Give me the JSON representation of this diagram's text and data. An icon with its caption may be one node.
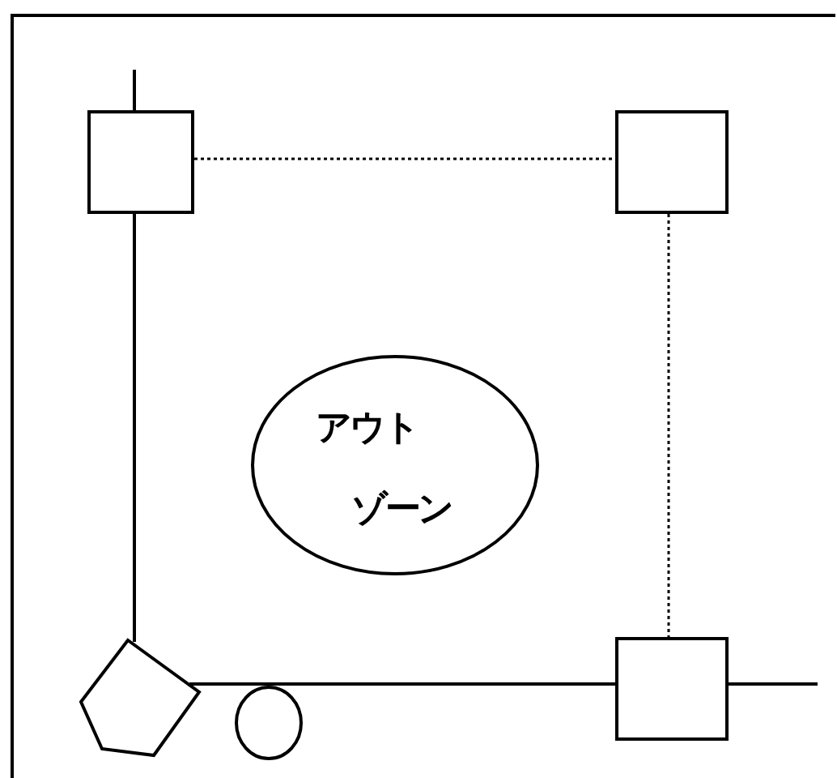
{
  "diagram": {
    "nodes": [
      {
        "text": [],
        "shape": "box"
      },
      {
        "text": [],
        "shape": "box"
      },
      {
        "text": [
          "アウト",
          "ゾーン"
        ]
      },
      {
        "text": [],
        "shape": "pentagon"
      },
      {
        "text": [],
        "shape": "circle"
      },
      {
        "text": [],
        "shape": "box"
      }
    ],
    "edges": [
      {
        "from": 0,
        "to": 1,
        "arrow": "none",
        "style": "dashed"
      },
      {
        "from": 1,
        "to": 5,
        "arrow": "none",
        "style": "dashed"
      },
      {
        "from": 3,
        "to": 0,
        "arrow": "none"
      },
      {
        "from": 3,
        "to": 5,
        "arrow": "none"
      },
      {
        "from": 0,
        "to": null,
        "arrow": "none"
      },
      {
        "from": 5,
        "to": null,
        "arrow": "none"
      }
    ]
  }
}
